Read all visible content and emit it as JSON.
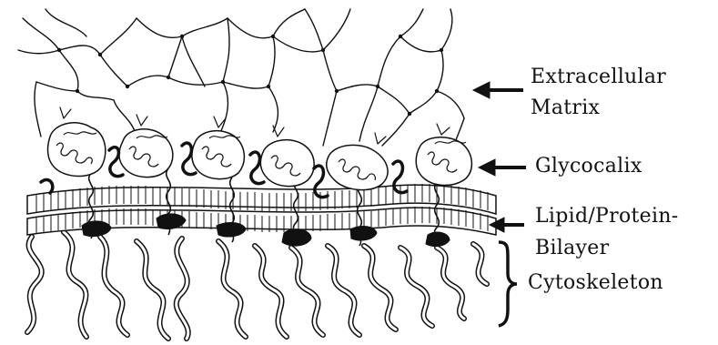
{
  "labels": {
    "ecm_line1": "Extracellular",
    "ecm_line2": "Matrix",
    "glycocalix": "Glycocalix",
    "bilayer_line1": "Lipid/Protein-",
    "bilayer_line2": "Bilayer",
    "cytoskeleton": "Cytoskeleton"
  },
  "colors": {
    "ink": "#111111",
    "background": "#ffffff"
  }
}
